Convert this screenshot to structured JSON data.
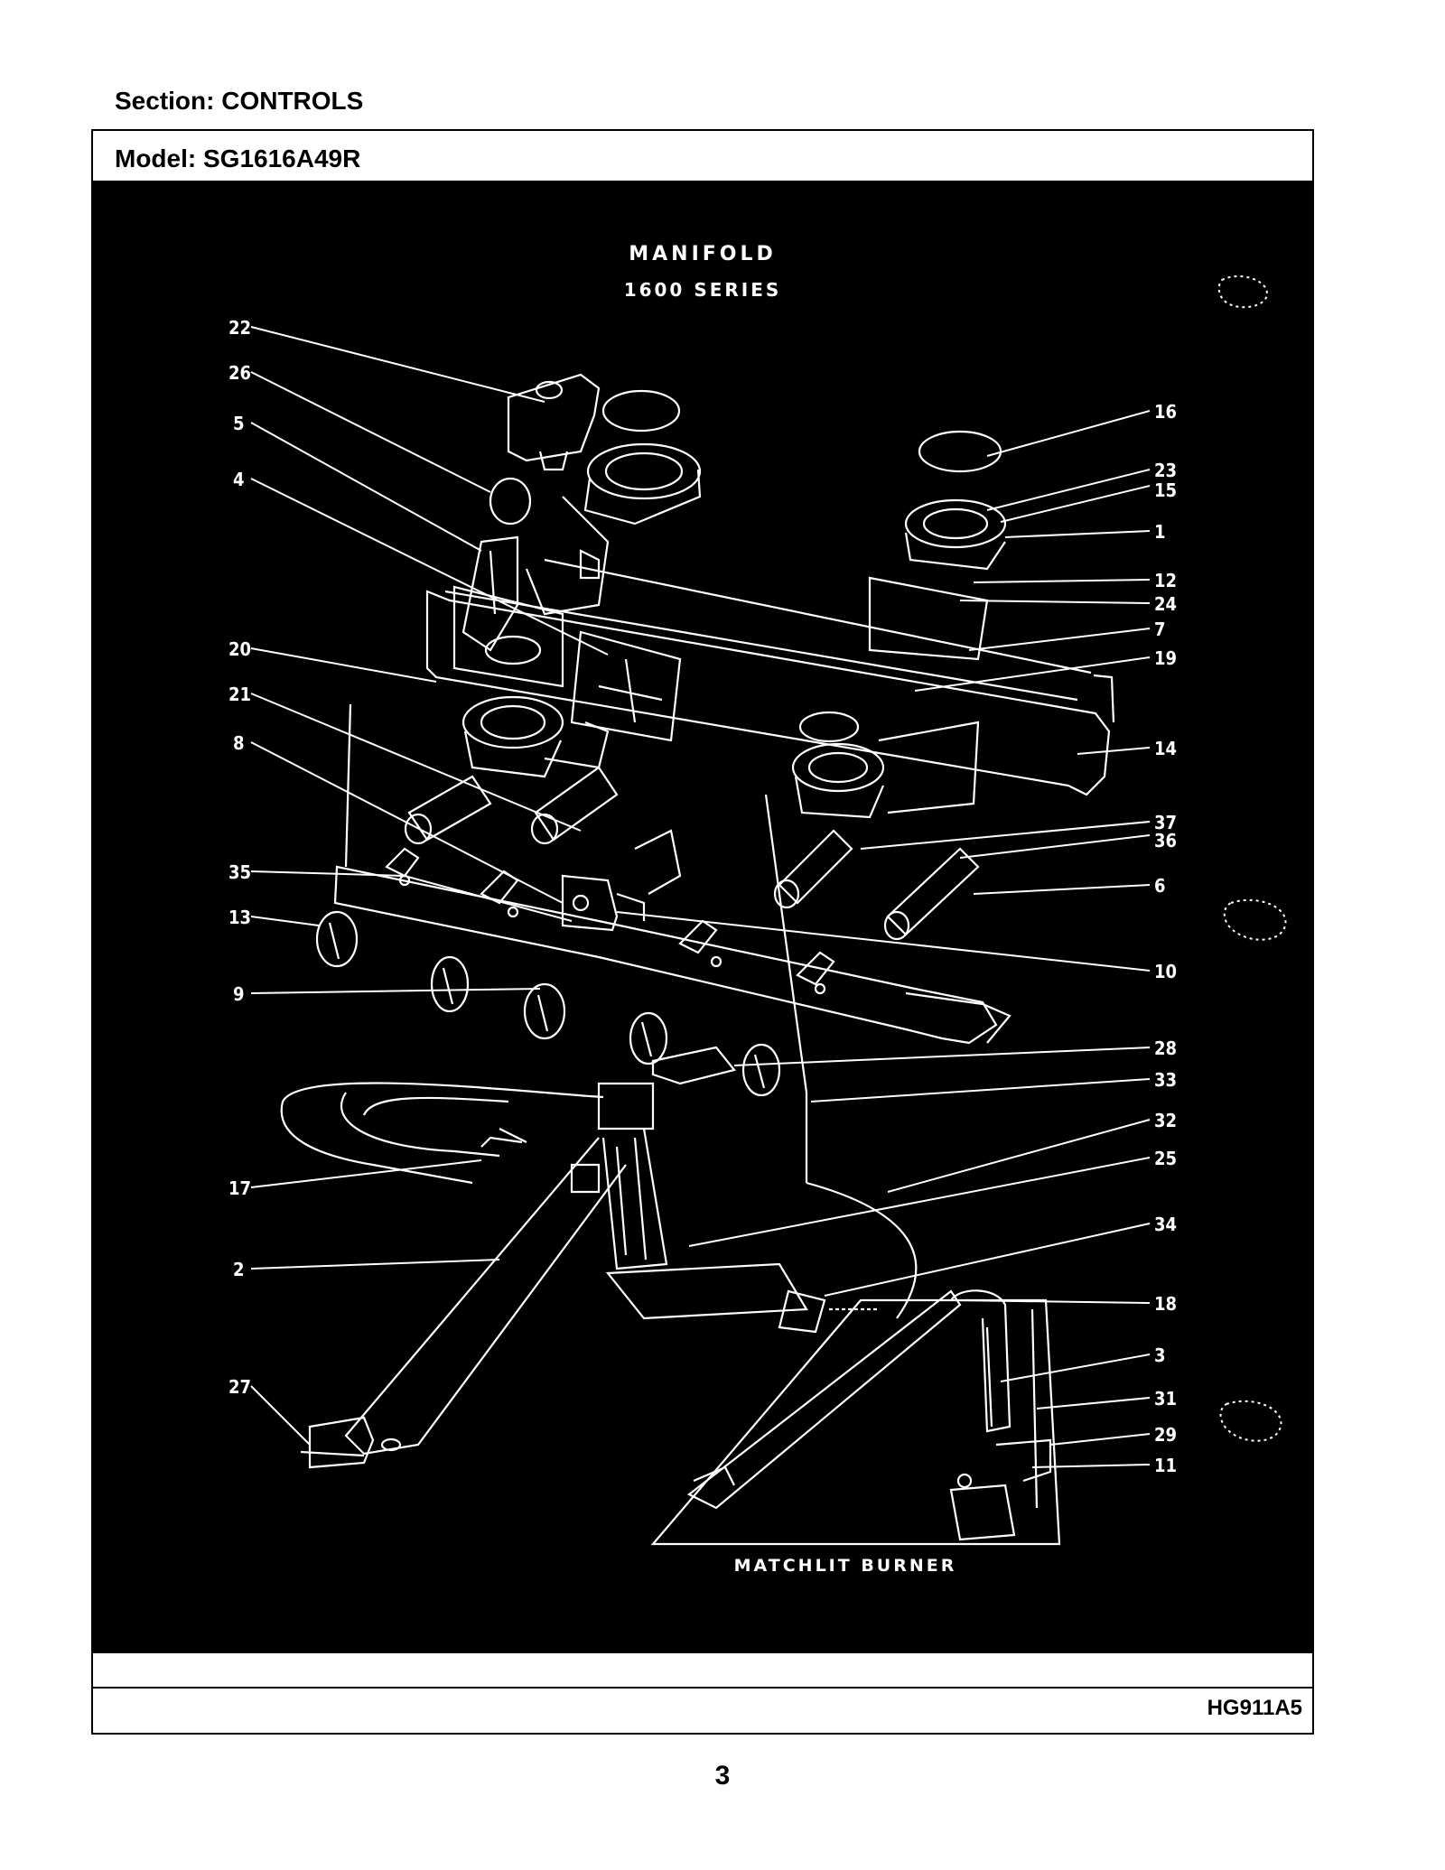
{
  "header": {
    "section_label": "Section:  CONTROLS",
    "model_label": "Model:  SG1616A49R"
  },
  "figure": {
    "title_line1": "MANIFOLD",
    "title_line2": "1600   SERIES",
    "inset_caption": "MATCHLIT   BURNER",
    "callouts_left": [
      "22",
      "26",
      "5",
      "4",
      "20",
      "21",
      "8",
      "35",
      "13",
      "9",
      "17",
      "2",
      "27"
    ],
    "callouts_right": [
      "16",
      "23",
      "15",
      "1",
      "12",
      "24",
      "7",
      "19",
      "14",
      "37",
      "36",
      "6",
      "10",
      "28",
      "33",
      "32",
      "25",
      "34",
      "18",
      "3",
      "31",
      "29",
      "11"
    ]
  },
  "footer": {
    "doc_code": "HG911A5",
    "page_number": "3"
  }
}
